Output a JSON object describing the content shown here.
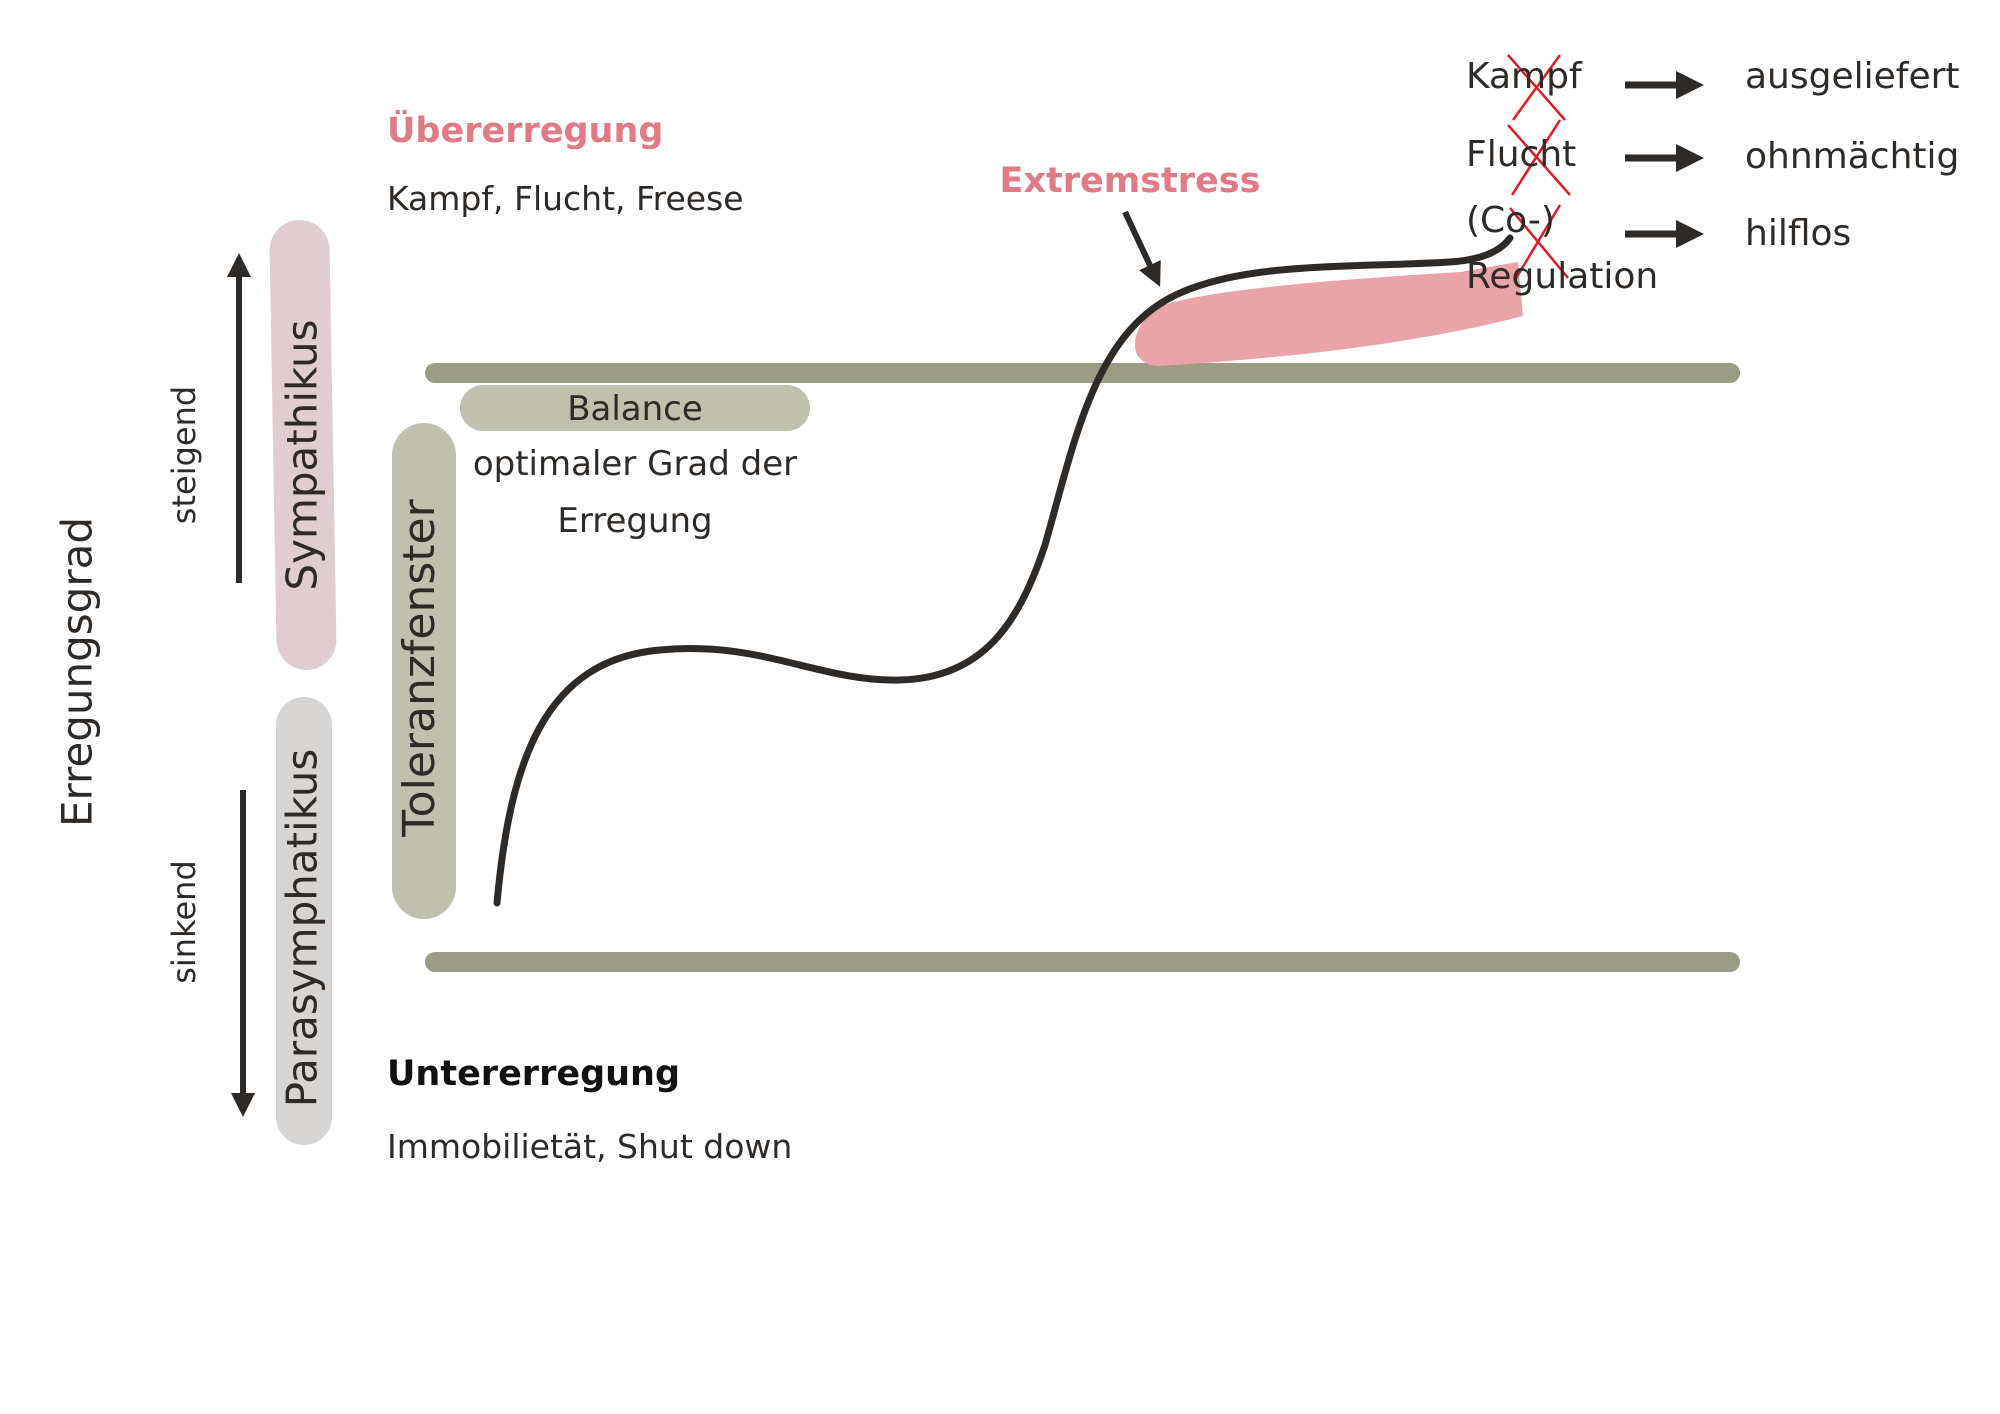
{
  "axis": {
    "label": "Erregungsgrad",
    "up_label": "steigend",
    "down_label": "sinkend"
  },
  "pills": {
    "sympathikus": "Sympathikus",
    "parasympathikus": "Parasymphatikus",
    "toleranzfenster": "Toleranzfenster",
    "balance": "Balance"
  },
  "zones": {
    "upper": {
      "title": "Übererregung",
      "desc": "Kampf, Flucht, Freese"
    },
    "lower": {
      "title": "Untererregung",
      "desc": "Immobilietät, Shut down"
    },
    "balance_desc_line1": "optimaler Grad der",
    "balance_desc_line2": "Erregung"
  },
  "extremstress": {
    "label": "Extremstress"
  },
  "responses": [
    {
      "term": "Kampf",
      "crossed": true,
      "result": "ausgeliefert"
    },
    {
      "term": "Flucht",
      "crossed": true,
      "result": "ohnmächtig"
    },
    {
      "term": "(Co-)",
      "term2": "Regulation",
      "crossed": true,
      "result": "hilflos"
    }
  ],
  "colors": {
    "text": "#2e2a27",
    "accent_pink": "#e07a86",
    "highlight_pink": "#eba3aa",
    "band_line": "#9a9c83",
    "pill_sympathikus": "#e0cdd1",
    "pill_parasympathikus": "#d6d5d4",
    "pill_toleranz": "#bfc0ae",
    "cross_red": "#e01b24"
  }
}
